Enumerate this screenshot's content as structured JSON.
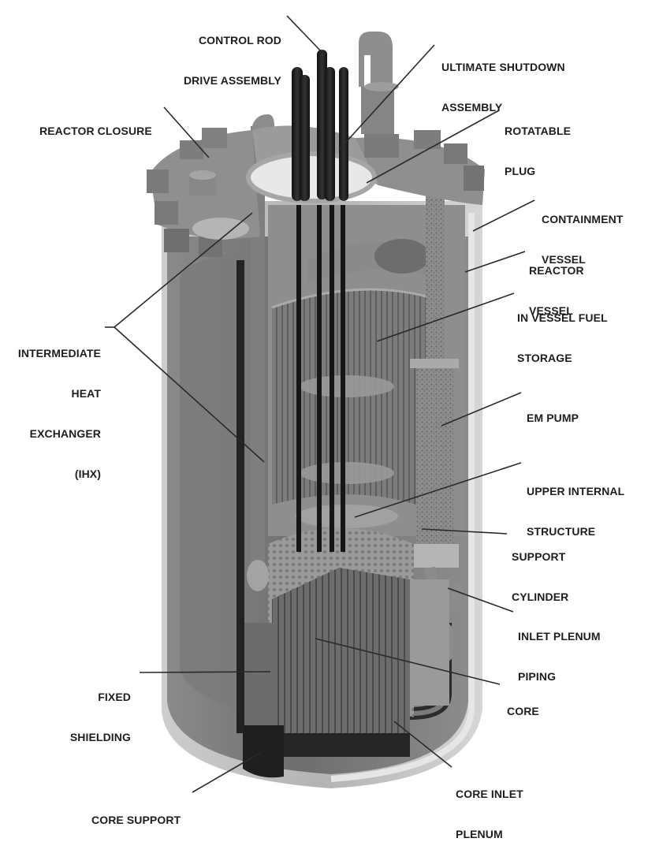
{
  "diagram": {
    "subject": "Sodium-cooled reactor vessel cutaway (3D render, grayscale)",
    "colors": {
      "background": "#ffffff",
      "label_text": "#1e1e1e",
      "leader_line": "#2a2a2a",
      "vessel_outer": "#cfcfcf",
      "vessel_body": "#7d7d7d",
      "internals": "#6a6a6a",
      "dark_components": "#1c1c1c"
    },
    "labels": [
      {
        "id": "control-rod-drive-assembly",
        "lines": [
          "CONTROL ROD",
          "DRIVE ASSEMBLY"
        ]
      },
      {
        "id": "ultimate-shutdown-assembly",
        "lines": [
          "ULTIMATE SHUTDOWN",
          "ASSEMBLY"
        ]
      },
      {
        "id": "reactor-closure",
        "lines": [
          "REACTOR CLOSURE"
        ]
      },
      {
        "id": "rotatable-plug",
        "lines": [
          "ROTATABLE",
          "PLUG"
        ]
      },
      {
        "id": "containment-vessel",
        "lines": [
          "CONTAINMENT",
          "VESSEL"
        ]
      },
      {
        "id": "reactor-vessel",
        "lines": [
          "REACTOR",
          "VESSEL"
        ]
      },
      {
        "id": "in-vessel-fuel-storage",
        "lines": [
          "IN VESSEL FUEL",
          "STORAGE"
        ]
      },
      {
        "id": "intermediate-heat-exchanger",
        "lines": [
          "INTERMEDIATE",
          "HEAT",
          "EXCHANGER",
          "(IHX)"
        ]
      },
      {
        "id": "em-pump",
        "lines": [
          "EM PUMP"
        ]
      },
      {
        "id": "upper-internal-structure",
        "lines": [
          "UPPER INTERNAL",
          "STRUCTURE"
        ]
      },
      {
        "id": "support-cylinder",
        "lines": [
          "SUPPORT",
          "CYLINDER"
        ]
      },
      {
        "id": "inlet-plenum-piping",
        "lines": [
          "INLET PLENUM",
          "PIPING"
        ]
      },
      {
        "id": "fixed-shielding",
        "lines": [
          "FIXED",
          "SHIELDING"
        ]
      },
      {
        "id": "core",
        "lines": [
          "CORE"
        ]
      },
      {
        "id": "core-inlet-plenum",
        "lines": [
          "CORE INLET",
          "PLENUM"
        ]
      },
      {
        "id": "core-support",
        "lines": [
          "CORE SUPPORT"
        ]
      }
    ]
  }
}
